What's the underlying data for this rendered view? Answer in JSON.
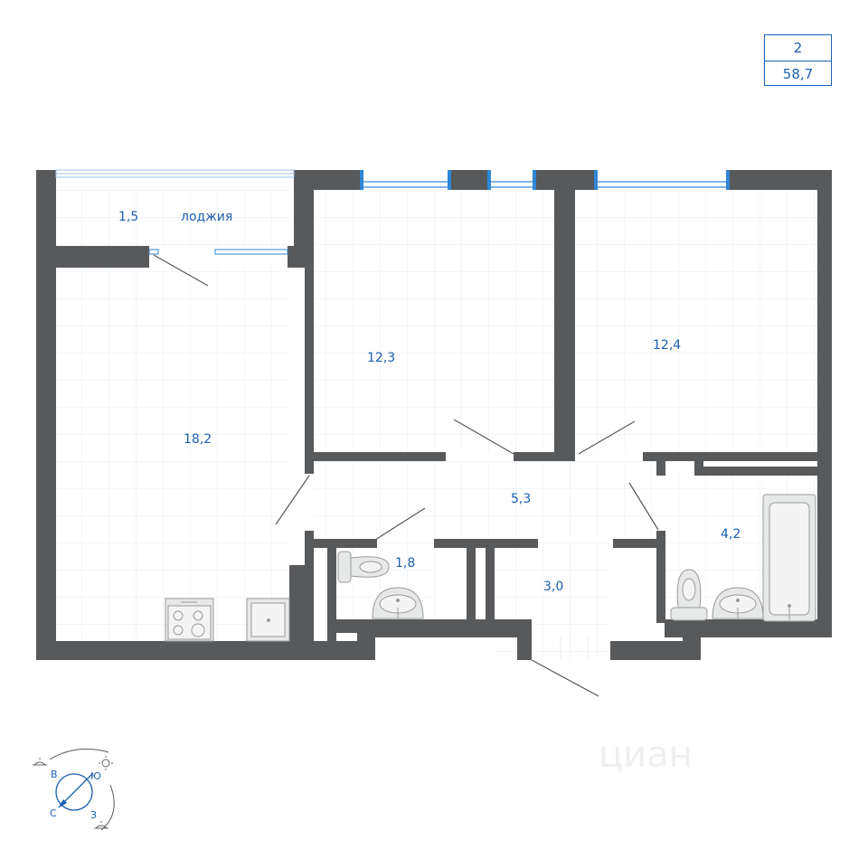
{
  "apartment": {
    "rooms": "2",
    "total_area": "58,7"
  },
  "rooms": {
    "loggia_area": "1,5",
    "loggia_name": "лоджия",
    "living_room": "18,2",
    "bedroom_1": "12,3",
    "bedroom_2": "12,4",
    "hallway": "5,3",
    "corridor": "3,0",
    "toilet": "1,8",
    "bathroom": "4,2"
  },
  "compass": {
    "north": "С",
    "east": "В",
    "south": "Ю",
    "west": "З"
  },
  "watermark": "циан",
  "colors": {
    "wall": "#58595b",
    "accent": "#1c5fb0",
    "window": "#2f86d6",
    "grid": "#e6eef4",
    "fixture": "#e7e8e8"
  }
}
